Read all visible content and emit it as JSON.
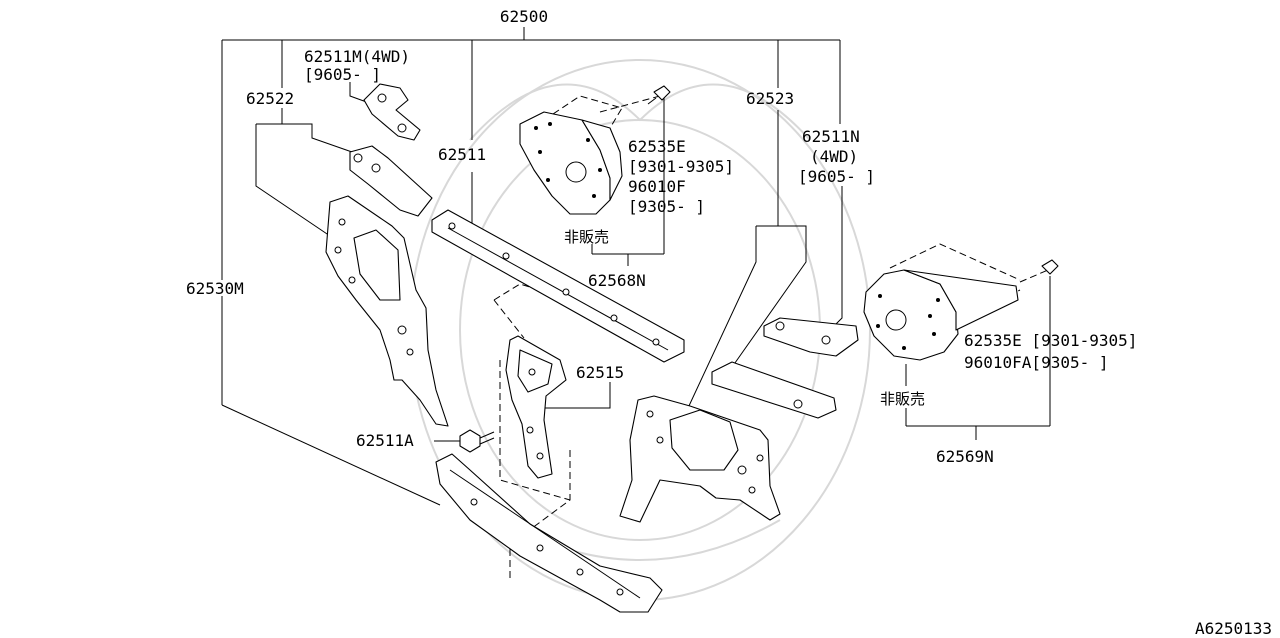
{
  "parts": {
    "p62500": "62500",
    "p62511m": "62511M(4WD)",
    "p62511m_range": "[9605- ]",
    "p62522": "62522",
    "p62511": "62511",
    "p62535e_top": "62535E",
    "p62535e_top_range": "[9301-9305]",
    "p96010f": "96010F",
    "p96010f_range": "[9305-     ]",
    "not_for_sale_top": "非販売",
    "p62568n": "62568N",
    "p62523": "62523",
    "p62511n": "62511N",
    "p62511n_note": "(4WD)",
    "p62511n_range": "[9605- ]",
    "p62530m": "62530M",
    "p62515": "62515",
    "p62511a": "62511A",
    "p62535e_right": "62535E [9301-9305]",
    "p96010fa": "96010FA[9305-     ]",
    "not_for_sale_right": "非販売",
    "p62569n": "62569N"
  },
  "figure_code": "A6250133"
}
